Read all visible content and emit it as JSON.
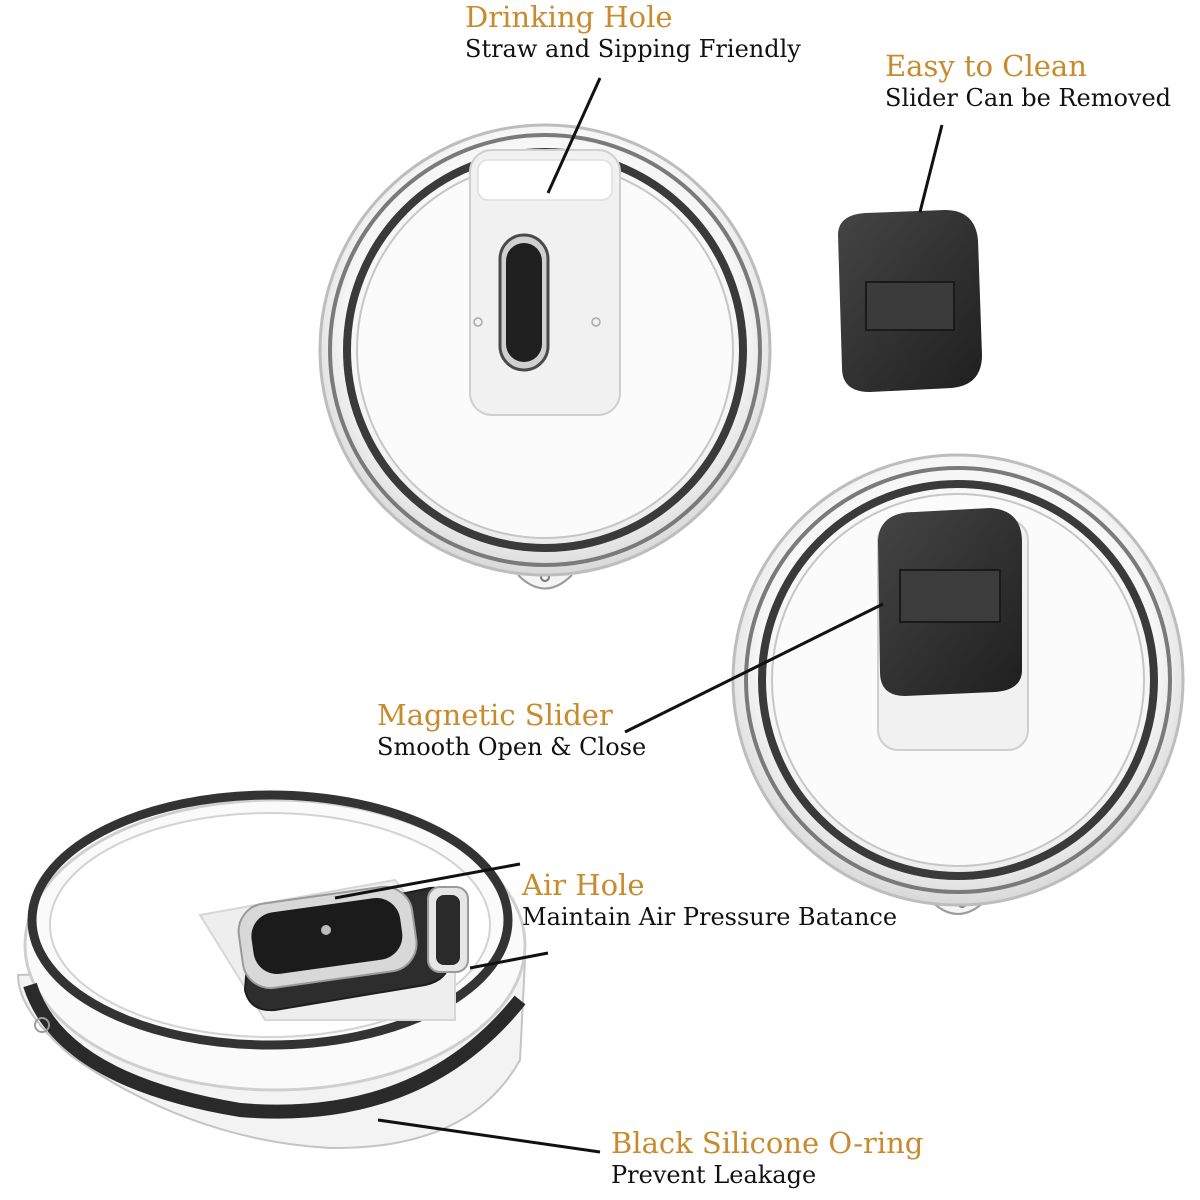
{
  "colors": {
    "accent_title": "#c98a2c",
    "body_text": "#111111",
    "lid_rim": "#4a4a4a",
    "slider_black": "#2b2b2b",
    "background": "#ffffff"
  },
  "callouts": {
    "drinking_hole": {
      "title": "Drinking Hole",
      "subtitle": "Straw and Sipping Friendly"
    },
    "easy_to_clean": {
      "title": "Easy to Clean",
      "subtitle": "Slider Can be Removed"
    },
    "magnetic_slider": {
      "title": "Magnetic Slider",
      "subtitle": "Smooth Open & Close"
    },
    "air_hole": {
      "title": "Air Hole",
      "subtitle": "Maintain Air Pressure Batance"
    },
    "o_ring": {
      "title": "Black Silicone O-ring",
      "subtitle": "Prevent Leakage"
    }
  },
  "illustrations": {
    "lid_top_open": "lid-top-view-open-slider",
    "slider_removed": "detached-magnetic-slider",
    "lid_top_closed": "lid-top-view-closed-slider",
    "lid_angled": "lid-angled-view-with-oring"
  }
}
